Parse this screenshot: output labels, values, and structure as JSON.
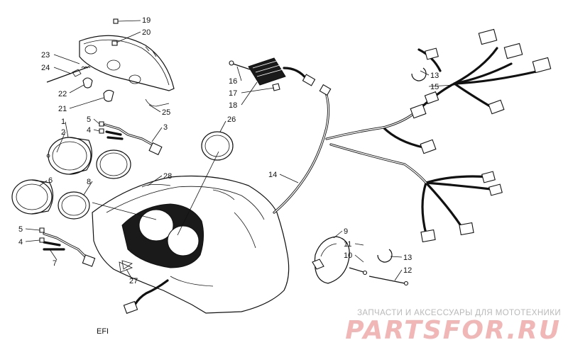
{
  "callouts": [
    {
      "id": "c19",
      "text": "19"
    },
    {
      "id": "c20",
      "text": "20"
    },
    {
      "id": "c23",
      "text": "23"
    },
    {
      "id": "c24",
      "text": "24"
    },
    {
      "id": "c22",
      "text": "22"
    },
    {
      "id": "c21",
      "text": "21"
    },
    {
      "id": "c25",
      "text": "25"
    },
    {
      "id": "c5a",
      "text": "5"
    },
    {
      "id": "c4a",
      "text": "4"
    },
    {
      "id": "c3",
      "text": "3"
    },
    {
      "id": "c1",
      "text": "1"
    },
    {
      "id": "c2",
      "text": "2"
    },
    {
      "id": "c6",
      "text": "6"
    },
    {
      "id": "c8",
      "text": "8"
    },
    {
      "id": "c28",
      "text": "28"
    },
    {
      "id": "c26",
      "text": "26"
    },
    {
      "id": "c16",
      "text": "16"
    },
    {
      "id": "c17",
      "text": "17"
    },
    {
      "id": "c18",
      "text": "18"
    },
    {
      "id": "c13a",
      "text": "13"
    },
    {
      "id": "c15",
      "text": "15"
    },
    {
      "id": "c14",
      "text": "14"
    },
    {
      "id": "c5b",
      "text": "5"
    },
    {
      "id": "c4b",
      "text": "4"
    },
    {
      "id": "c7",
      "text": "7"
    },
    {
      "id": "c27",
      "text": "27"
    },
    {
      "id": "c9",
      "text": "9"
    },
    {
      "id": "c11",
      "text": "11"
    },
    {
      "id": "c10",
      "text": "10"
    },
    {
      "id": "c13b",
      "text": "13"
    },
    {
      "id": "c12",
      "text": "12"
    }
  ],
  "footer_label": "EFI",
  "watermark": {
    "caption": "ЗАПЧАСТИ И АКСЕССУАРЫ ДЛЯ МОТОТЕХНИКИ",
    "logo": "PARTSFOR.RU"
  }
}
